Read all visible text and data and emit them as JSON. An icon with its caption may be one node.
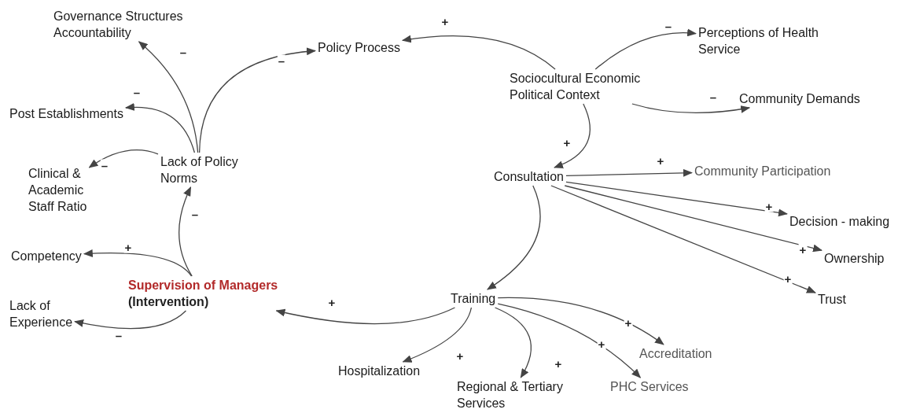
{
  "diagram": {
    "nodes": [
      {
        "text": [
          "Governance Structures Accountability"
        ]
      },
      {
        "text": [
          "Policy Process"
        ]
      },
      {
        "text": [
          "Perceptions of Health Service"
        ]
      },
      {
        "text": [
          "Sociocultural Economic Political Context"
        ]
      },
      {
        "text": [
          "Community Demands"
        ]
      },
      {
        "text": [
          "Post Establishments"
        ]
      },
      {
        "text": [
          "Lack of Policy Norms"
        ]
      },
      {
        "text": [
          "Clinical & Academic Staff Ratio"
        ]
      },
      {
        "text": [
          "Consultation"
        ]
      },
      {
        "text": [
          "Community Participation"
        ]
      },
      {
        "text": [
          "Decision - making"
        ]
      },
      {
        "text": [
          "Ownership"
        ]
      },
      {
        "text": [
          "Competency"
        ]
      },
      {
        "text": [
          "Supervision of Managers",
          "(Intervention)"
        ]
      },
      {
        "text": [
          "Trust"
        ]
      },
      {
        "text": [
          "Training"
        ]
      },
      {
        "text": [
          "Lack of Experience"
        ]
      },
      {
        "text": [
          "Accreditation"
        ]
      },
      {
        "text": [
          "Hospitalization"
        ]
      },
      {
        "text": [
          "PHC Services"
        ]
      },
      {
        "text": [
          "Regional & Tertiary Services"
        ]
      }
    ],
    "edges": [
      {
        "from": 3,
        "to": 1,
        "arrow": "to",
        "label": "+"
      },
      {
        "from": 3,
        "to": 2,
        "arrow": "to",
        "label": "–"
      },
      {
        "from": 3,
        "to": 4,
        "arrow": "to",
        "label": "–"
      },
      {
        "from": 3,
        "to": 8,
        "arrow": "to",
        "label": "+"
      },
      {
        "from": 6,
        "to": 0,
        "arrow": "to",
        "label": "–"
      },
      {
        "from": 6,
        "to": 1,
        "arrow": "to",
        "label": "–"
      },
      {
        "from": 6,
        "to": 5,
        "arrow": "to",
        "label": "–"
      },
      {
        "from": 6,
        "to": 7,
        "arrow": "to",
        "label": "–"
      },
      {
        "from": 8,
        "to": 9,
        "arrow": "to",
        "label": "+"
      },
      {
        "from": 8,
        "to": 10,
        "arrow": "to",
        "label": "+"
      },
      {
        "from": 8,
        "to": 11,
        "arrow": "to",
        "label": "+"
      },
      {
        "from": 8,
        "to": 14,
        "arrow": "to",
        "label": "+"
      },
      {
        "from": 8,
        "to": 15,
        "arrow": "to"
      },
      {
        "from": 13,
        "to": 6,
        "arrow": "to",
        "label": "–"
      },
      {
        "from": 13,
        "to": 12,
        "arrow": "to",
        "label": "+"
      },
      {
        "from": 13,
        "to": 16,
        "arrow": "to",
        "label": "–"
      },
      {
        "from": 15,
        "to": 13,
        "arrow": "to",
        "label": "+"
      },
      {
        "from": 15,
        "to": 18,
        "arrow": "to",
        "label": "+"
      },
      {
        "from": 15,
        "to": 20,
        "arrow": "to",
        "label": "+"
      },
      {
        "from": 15,
        "to": 19,
        "arrow": "to",
        "label": "+"
      },
      {
        "from": 15,
        "to": 17,
        "arrow": "to",
        "label": "+"
      }
    ]
  }
}
